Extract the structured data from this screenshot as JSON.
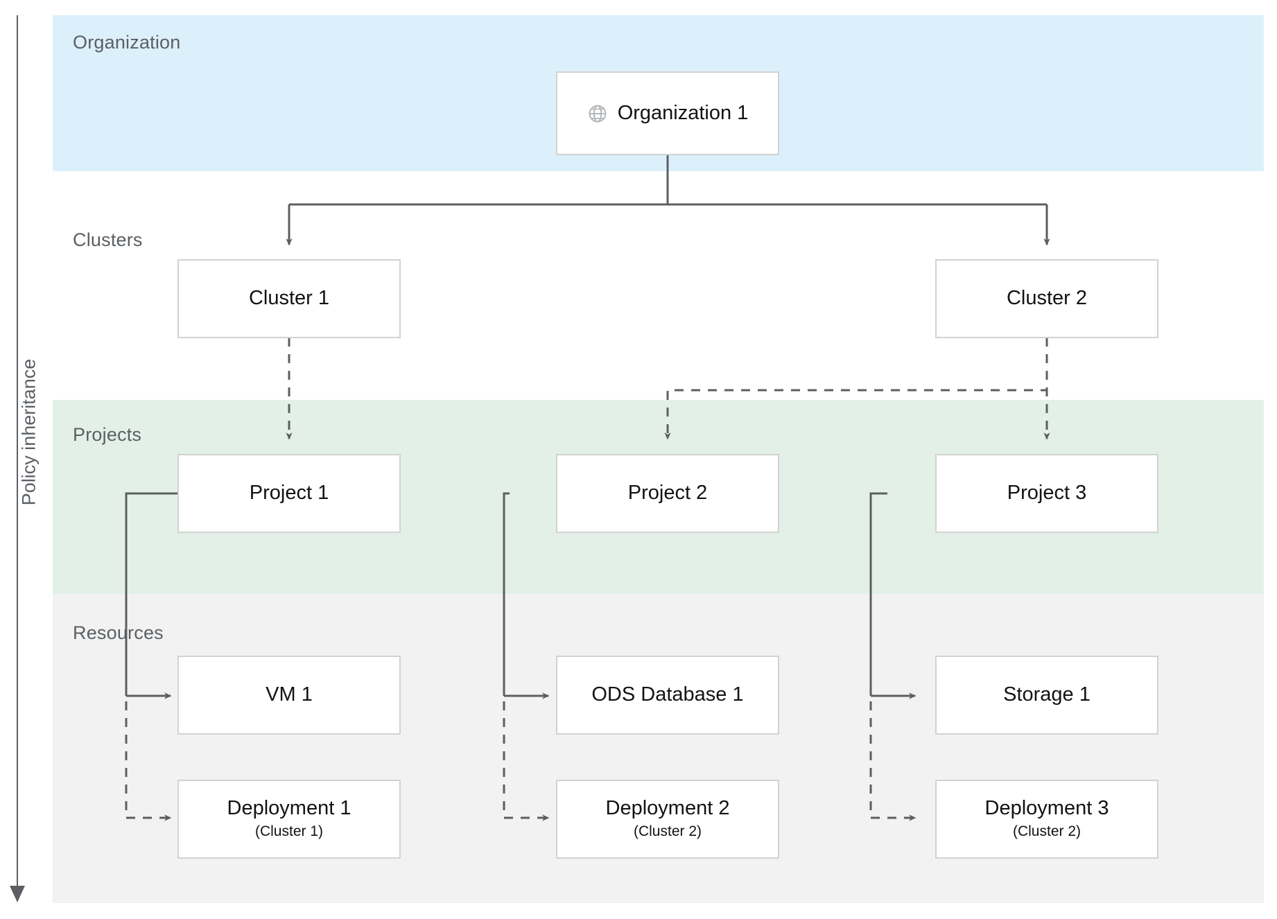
{
  "diagram": {
    "axis": {
      "label": "Policy inheritance",
      "direction": "downward",
      "color": "#5b5f63"
    },
    "bands": [
      {
        "key": "organization",
        "label": "Organization",
        "color": "#dcf0fb"
      },
      {
        "key": "clusters",
        "label": "Clusters",
        "color": "#ffffff"
      },
      {
        "key": "projects",
        "label": "Projects",
        "color": "#e3f0e7"
      },
      {
        "key": "resources",
        "label": "Resources",
        "color": "#f2f2f2"
      }
    ],
    "nodes": {
      "organization_1": {
        "label": "Organization 1",
        "icon": "globe-icon"
      },
      "cluster_1": {
        "label": "Cluster 1"
      },
      "cluster_2": {
        "label": "Cluster 2"
      },
      "project_1": {
        "label": "Project 1"
      },
      "project_2": {
        "label": "Project 2"
      },
      "project_3": {
        "label": "Project 3"
      },
      "vm_1": {
        "label": "VM 1"
      },
      "ods_database_1": {
        "label": "ODS Database 1"
      },
      "storage_1": {
        "label": "Storage 1"
      },
      "deployment_1": {
        "label": "Deployment 1",
        "sublabel": "(Cluster 1)"
      },
      "deployment_2": {
        "label": "Deployment 2",
        "sublabel": "(Cluster 2)"
      },
      "deployment_3": {
        "label": "Deployment 3",
        "sublabel": "(Cluster 2)"
      }
    },
    "edges": [
      {
        "from": "organization_1",
        "to": "cluster_1",
        "style": "solid"
      },
      {
        "from": "organization_1",
        "to": "cluster_2",
        "style": "solid"
      },
      {
        "from": "cluster_1",
        "to": "project_1",
        "style": "dashed"
      },
      {
        "from": "cluster_2",
        "to": "project_2",
        "style": "dashed"
      },
      {
        "from": "cluster_2",
        "to": "project_3",
        "style": "dashed"
      },
      {
        "from": "project_1",
        "to": "vm_1",
        "style": "solid"
      },
      {
        "from": "project_1",
        "to": "deployment_1",
        "style": "dashed"
      },
      {
        "from": "project_2",
        "to": "ods_database_1",
        "style": "solid"
      },
      {
        "from": "project_2",
        "to": "deployment_2",
        "style": "dashed"
      },
      {
        "from": "project_3",
        "to": "storage_1",
        "style": "solid"
      },
      {
        "from": "project_3",
        "to": "deployment_3",
        "style": "dashed"
      }
    ],
    "colors": {
      "line": "#5b5f63",
      "box_border": "#d2d2d2",
      "box_fill": "#ffffff",
      "label_text": "#5b5f63",
      "node_text": "#111213"
    }
  }
}
